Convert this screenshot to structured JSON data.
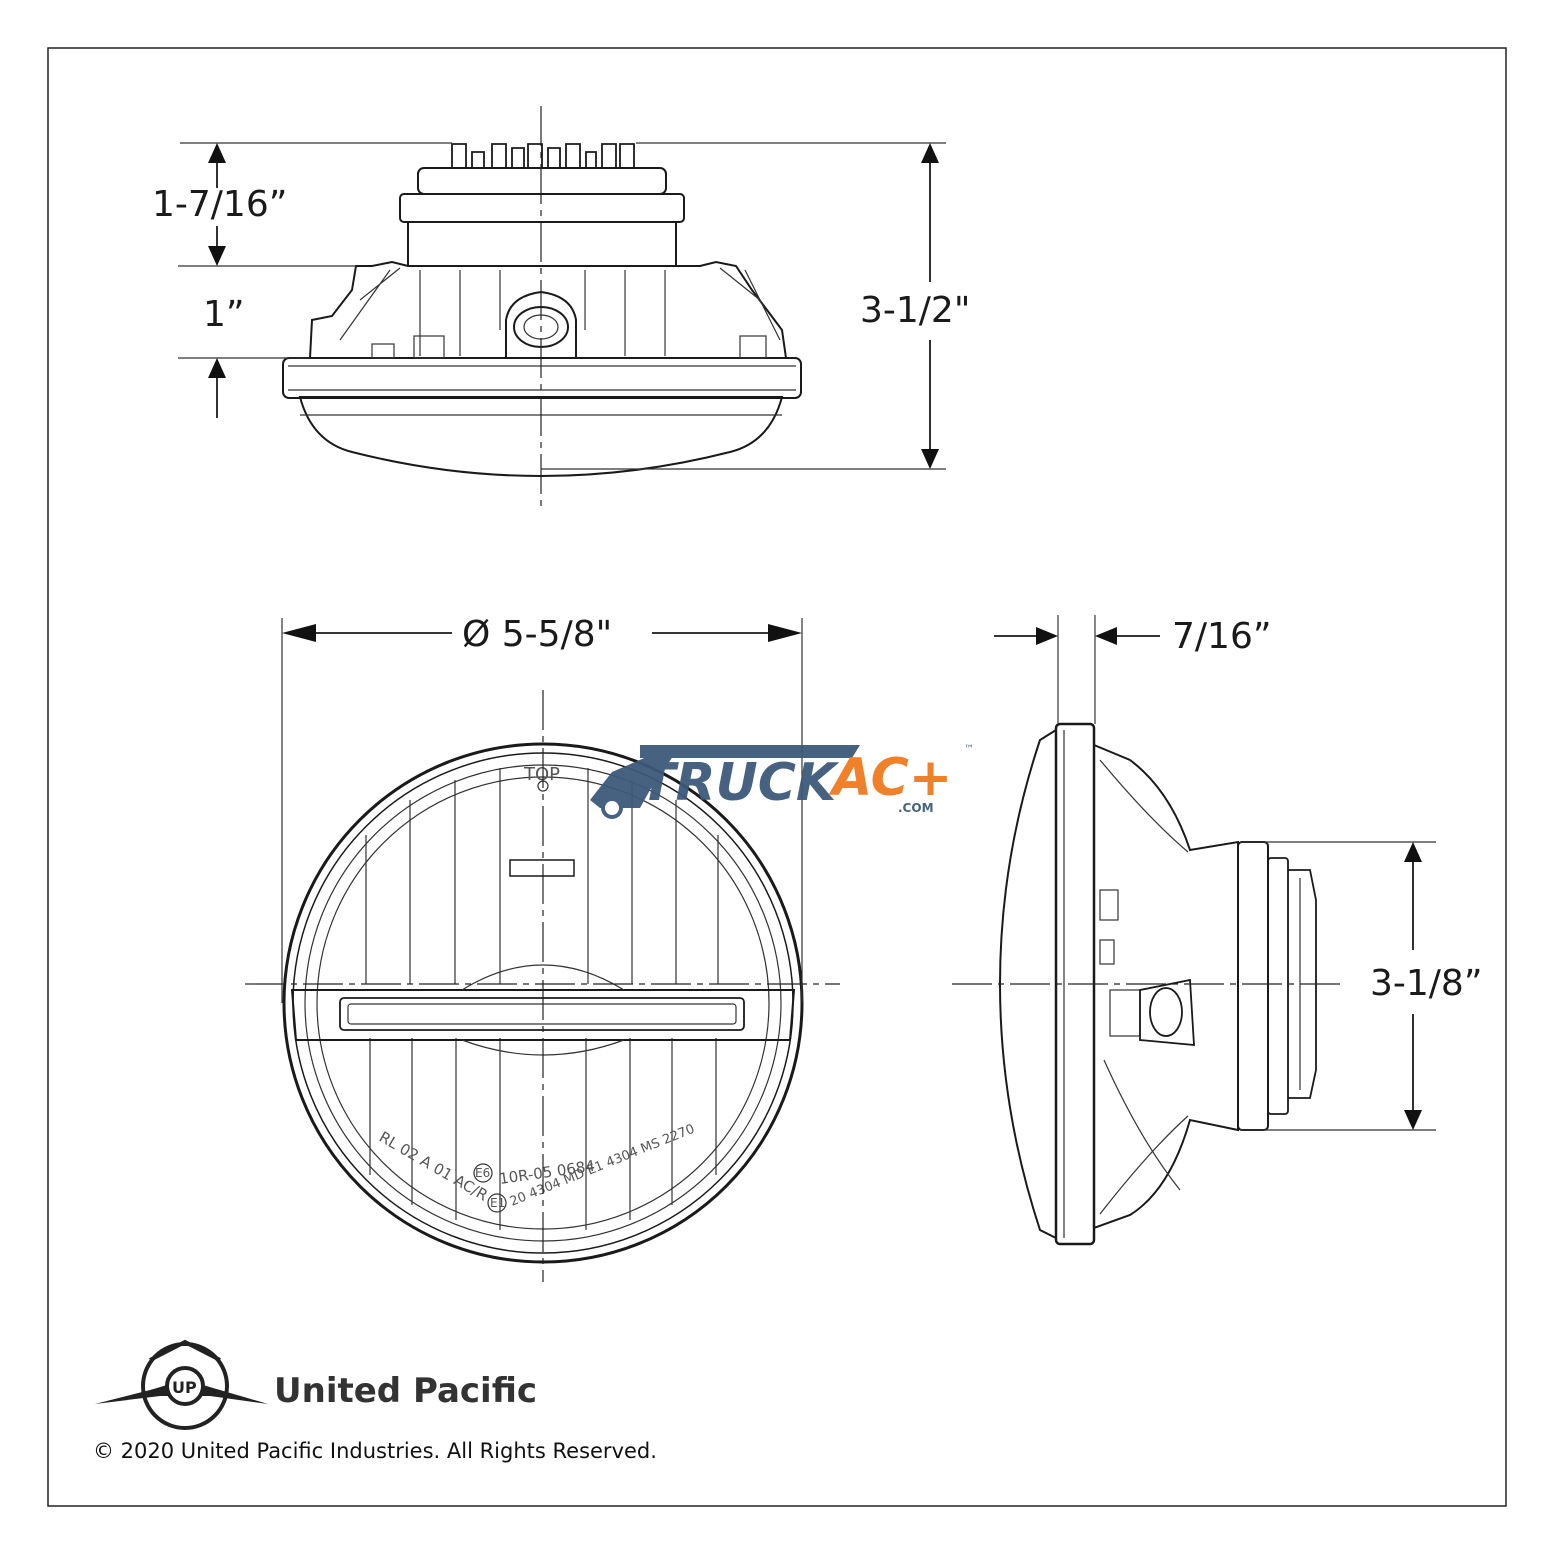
{
  "dimensions": {
    "top_upper_height": "1-7/16”",
    "top_lower_height": "1”",
    "overall_depth": "3-1/2\"",
    "diameter": "Ø 5-5/8\"",
    "rim_thickness": "7/16”",
    "rear_housing_height": "3-1/8”"
  },
  "lens_markings": {
    "top": "TOP",
    "line1": "RL 02 A 01 AC/R",
    "line2": "10R-05 0684",
    "line3": "20 4304 MD E1 4304 MS 2270",
    "e_mark_1": "E6",
    "e_mark_2": "E1"
  },
  "watermark": {
    "text_truck": "TRUCK",
    "text_ac": "AC+",
    "text_com": ".COM",
    "tm": "™",
    "color_blue": "#3d5a7a",
    "color_orange": "#f07a1e"
  },
  "brand": {
    "name": "United Pacific",
    "monogram": "UP",
    "copyright": "© 2020 United Pacific Industries. All Rights Reserved."
  }
}
